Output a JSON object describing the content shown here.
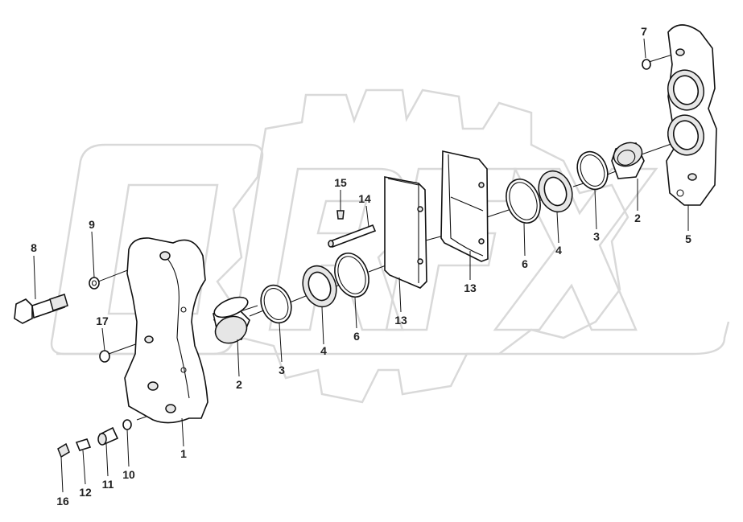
{
  "diagram": {
    "watermark": "ORFX",
    "callouts": [
      {
        "id": "c1",
        "label": "1"
      },
      {
        "id": "c2a",
        "label": "2"
      },
      {
        "id": "c2b",
        "label": "2"
      },
      {
        "id": "c3a",
        "label": "3"
      },
      {
        "id": "c3b",
        "label": "3"
      },
      {
        "id": "c4a",
        "label": "4"
      },
      {
        "id": "c4b",
        "label": "4"
      },
      {
        "id": "c5",
        "label": "5"
      },
      {
        "id": "c6a",
        "label": "6"
      },
      {
        "id": "c6b",
        "label": "6"
      },
      {
        "id": "c7",
        "label": "7"
      },
      {
        "id": "c8",
        "label": "8"
      },
      {
        "id": "c9",
        "label": "9"
      },
      {
        "id": "c10",
        "label": "10"
      },
      {
        "id": "c11",
        "label": "11"
      },
      {
        "id": "c12",
        "label": "12"
      },
      {
        "id": "c13a",
        "label": "13"
      },
      {
        "id": "c13b",
        "label": "13"
      },
      {
        "id": "c14",
        "label": "14"
      },
      {
        "id": "c15",
        "label": "15"
      },
      {
        "id": "c16",
        "label": "16"
      },
      {
        "id": "c17",
        "label": "17"
      }
    ]
  }
}
